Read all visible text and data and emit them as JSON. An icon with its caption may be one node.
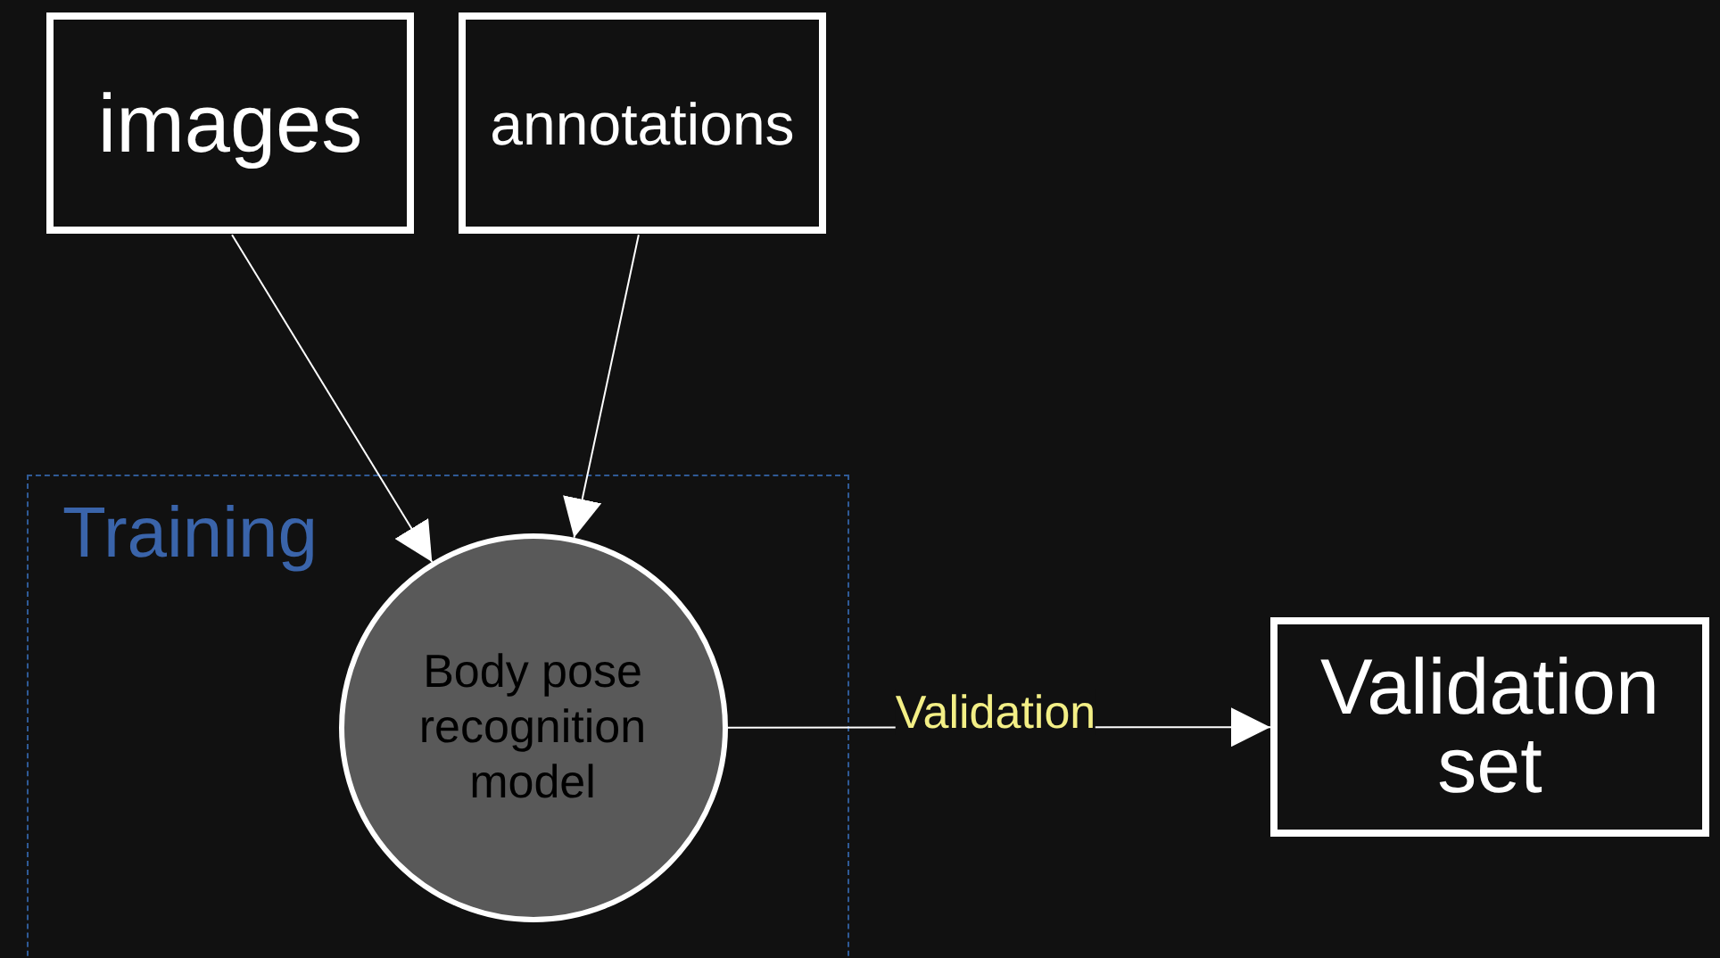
{
  "diagram": {
    "nodes": [
      {
        "text": [
          "images"
        ]
      },
      {
        "text": [
          "annotations"
        ]
      },
      {
        "text": [
          "Training"
        ]
      },
      {
        "text": [
          "Body pose recognition model"
        ],
        "in": 2
      },
      {
        "text": [
          "Validation set"
        ]
      }
    ],
    "edges": [
      {
        "from": 0,
        "to": 3,
        "arrow": "to"
      },
      {
        "from": 1,
        "to": 3,
        "arrow": "to"
      },
      {
        "from": 3,
        "to": 4,
        "arrow": "to",
        "label": "Validation"
      }
    ]
  }
}
